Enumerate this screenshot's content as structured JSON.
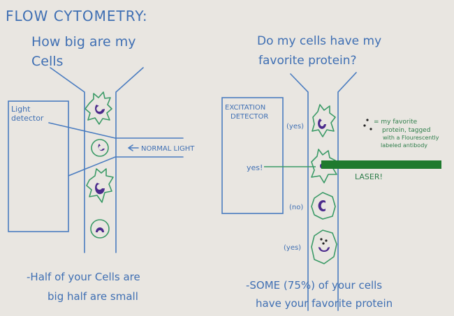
{
  "title": "FLOW CYTOMETRY:",
  "left": {
    "question_line1": "How big are my",
    "question_line2": "Cells",
    "detector_label_line1": "Light",
    "detector_label_line2": "detector",
    "light_label": "NORMAL LIGHT",
    "conclusion_line1": "-Half of your Cells are",
    "conclusion_line2": "big half are small"
  },
  "right": {
    "question_line1": "Do my cells have my",
    "question_line2": "favorite protein?",
    "detector_label_line1": "EXCITATION",
    "detector_label_line2": "DETECTOR",
    "cell_labels": [
      "(yes)",
      "yes!",
      "(no)",
      "(yes)"
    ],
    "legend_lines": [
      "= my favorite",
      "protein, tagged",
      "with a Flourescently",
      "labeled antibody"
    ],
    "laser_label": "LASER!",
    "conclusion_line1": "-SOME (75%) of your cells",
    "conclusion_line2": "have your favorite protein"
  },
  "colors": {
    "marker_blue": "#4a7cc0",
    "marker_green": "#3a9a66",
    "nucleus_purple": "#4b2a8c",
    "laser_green": "#1f7a2e",
    "board": "#e9e6e1"
  }
}
